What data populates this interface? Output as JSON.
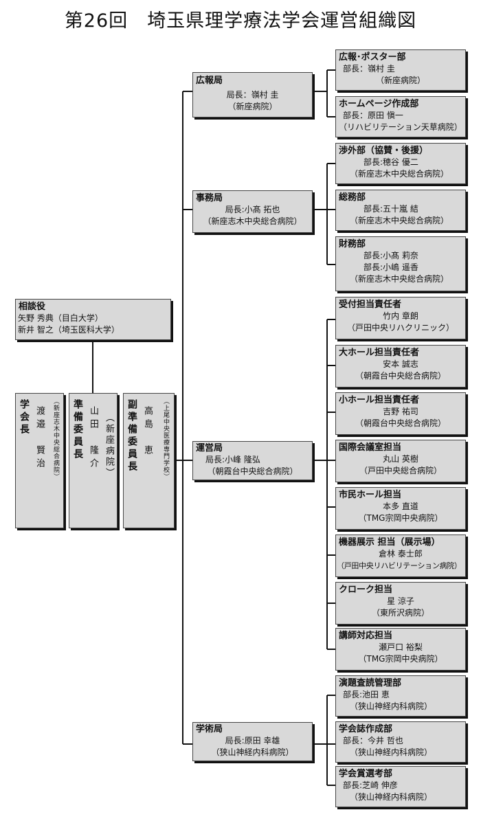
{
  "title": "第26回　埼玉県理学療法学会運営組織図",
  "advisors": {
    "role": "相談役",
    "lines": [
      "矢野 秀典（目白大学）",
      "新井 智之（埼玉医科大学）"
    ]
  },
  "leaders": [
    {
      "id": "president",
      "role": "学会長",
      "name": "渡邉　賢治",
      "affiliation": "（新座志木中央総合病院）"
    },
    {
      "id": "prep-chair",
      "role": "準備委員長",
      "name": "山田　隆介",
      "affiliation": "（新座病院）"
    },
    {
      "id": "vice-prep-chair",
      "role": "副準備委員長",
      "name": "高島　恵",
      "affiliation": "（上尾中央医療専門学校）"
    }
  ],
  "bureaus": [
    {
      "id": "koho",
      "name": "広報局",
      "lines": [
        "局長：嶺村 圭",
        "（新座病院）"
      ]
    },
    {
      "id": "jimu",
      "name": "事務局",
      "lines": [
        "局長:小髙 拓也",
        "（新座志木中央総合病院）"
      ]
    },
    {
      "id": "unei",
      "name": "運営局",
      "lines": [
        "局長:小峰 隆弘",
        "（朝霞台中央総合病院）"
      ]
    },
    {
      "id": "gakujutsu",
      "name": "学術局",
      "lines": [
        "局長:原田 幸雄",
        "（狭山神経内科病院）"
      ]
    }
  ],
  "departments": [
    {
      "id": "koho-poster",
      "name": "広報･ポスター部",
      "lines": [
        "部長：嶺村 圭",
        "（新座病院）"
      ]
    },
    {
      "id": "homepage",
      "name": "ホームページ作成部",
      "lines": [
        "部長：原田 愼一",
        "（リハビリテーション天草病院）"
      ]
    },
    {
      "id": "shogai",
      "name": "渉外部（協賛・後援）",
      "lines": [
        "部長:穂谷 優二",
        "（新座志木中央総合病院）"
      ]
    },
    {
      "id": "somu",
      "name": "総務部",
      "lines": [
        "部長:五十嵐 結",
        "（新座志木中央総合病院）"
      ]
    },
    {
      "id": "zaimu",
      "name": "財務部",
      "lines": [
        "部長:小髙 莉奈",
        "部長:小嶋 遥香",
        "（新座志木中央総合病院）"
      ]
    },
    {
      "id": "uketsuke",
      "name": "受付担当責任者",
      "lines": [
        "竹内 章朗",
        "（戸田中央リハクリニック）"
      ]
    },
    {
      "id": "daihall",
      "name": "大ホール担当責任者",
      "lines": [
        "安本 誠志",
        "（朝霞台中央総合病院）"
      ]
    },
    {
      "id": "shohall",
      "name": "小ホール担当責任者",
      "lines": [
        "吉野 祐司",
        "（朝霞台中央総合病院）"
      ]
    },
    {
      "id": "kokusai",
      "name": "国際会議室担当",
      "lines": [
        "丸山 英樹",
        "（戸田中央総合病院）"
      ]
    },
    {
      "id": "shimin",
      "name": "市民ホール担当",
      "lines": [
        "本多 直道",
        "（TMG宗岡中央病院）"
      ]
    },
    {
      "id": "kiki",
      "name": "機器展示 担当（展示場）",
      "lines": [
        "倉林 泰士郎",
        "（戸田中央リハビリテーション病院）"
      ]
    },
    {
      "id": "cloak",
      "name": "クローク担当",
      "lines": [
        "星 涼子",
        "（東所沢病院）"
      ]
    },
    {
      "id": "koshi",
      "name": "講師対応担当",
      "lines": [
        "瀬戸口 裕梨",
        "（TMG宗岡中央病院）"
      ]
    },
    {
      "id": "endai",
      "name": "演題査読管理部",
      "lines": [
        "部長:池田 恵",
        "（狭山神経内科病院）"
      ]
    },
    {
      "id": "gakkaishi",
      "name": "学会誌作成部",
      "lines": [
        "部長：今井 哲也",
        "（狭山神経内科病院）"
      ]
    },
    {
      "id": "gakkaisho",
      "name": "学会賞選考部",
      "lines": [
        "部長:芝崎 伸彦",
        "（狭山神経内科病院）"
      ]
    }
  ]
}
